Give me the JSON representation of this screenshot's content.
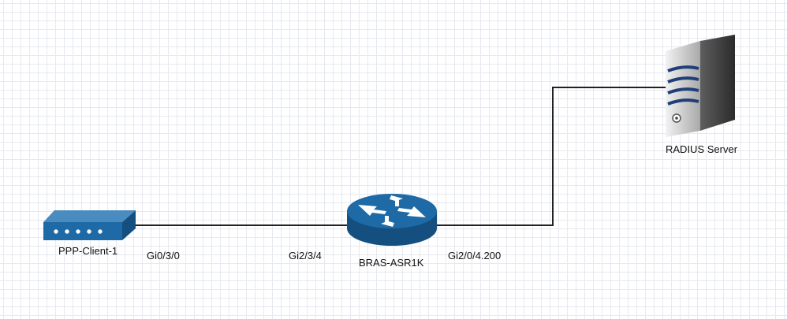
{
  "diagram": {
    "nodes": {
      "client": {
        "label": "PPP-Client-1",
        "icon": "switch-icon"
      },
      "router": {
        "label": "BRAS-ASR1K",
        "icon": "router-icon"
      },
      "server": {
        "label": "RADIUS Server",
        "icon": "server-icon"
      }
    },
    "interfaces": {
      "client_port": "Gi0/3/0",
      "router_port_client": "Gi2/3/4",
      "router_port_server": "Gi2/0/4.200"
    },
    "links": [
      {
        "from": "client",
        "to": "router"
      },
      {
        "from": "router",
        "to": "server"
      }
    ],
    "colors": {
      "device_blue": "#1d6aa6",
      "link": "#222222",
      "grid": "#e7e9f0"
    }
  }
}
